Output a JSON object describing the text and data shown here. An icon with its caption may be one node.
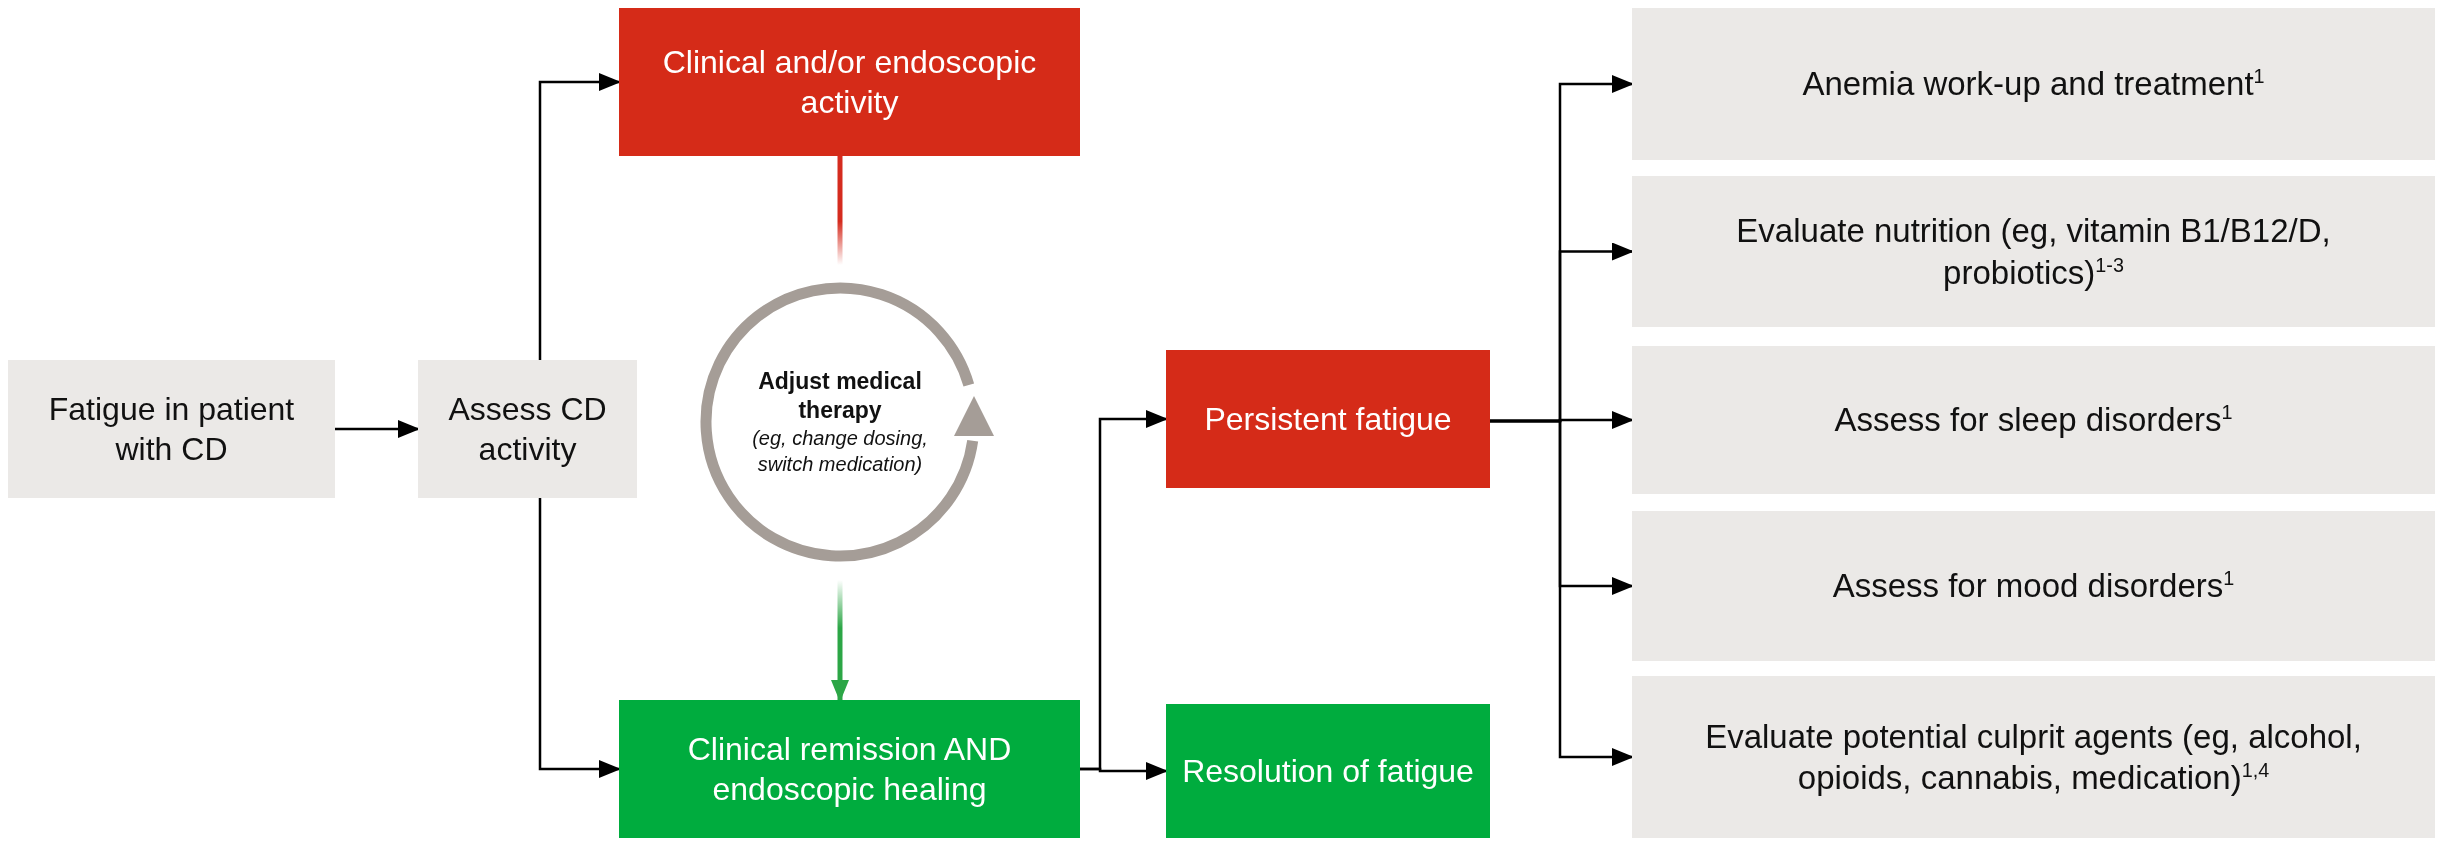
{
  "diagram": {
    "nodes": [
      {
        "text": [
          "Fatigue in patient with CD"
        ]
      },
      {
        "text": [
          "Assess CD activity"
        ]
      },
      {
        "text": [
          "Clinical and/or endoscopic activity"
        ]
      },
      {
        "text": [
          "Adjust medical therapy",
          "(eg, change dosing, switch medication)"
        ]
      },
      {
        "text": [
          "Clinical remission AND endoscopic healing"
        ]
      },
      {
        "text": [
          "Persistent fatigue"
        ]
      },
      {
        "text": [
          "Resolution of fatigue"
        ]
      },
      {
        "text": [
          "Anemia work-up and treatment$^{1}$"
        ]
      },
      {
        "text": [
          "Evaluate nutrition (eg, vitamin B1/B12/D, probiotics)$^{1-3}$"
        ]
      },
      {
        "text": [
          "Assess for sleep disorders$^{1}$"
        ]
      },
      {
        "text": [
          "Assess for mood disorders$^{1}$"
        ]
      },
      {
        "text": [
          "Evaluate potential culprit agents (eg, alcohol, opioids, cannabis, medication)$^{1,4}$"
        ]
      }
    ],
    "edges": [
      {
        "from": 0,
        "to": 1,
        "arrow": "to"
      },
      {
        "from": 1,
        "to": 2,
        "arrow": "to"
      },
      {
        "from": 1,
        "to": 4,
        "arrow": "to"
      },
      {
        "from": 2,
        "to": 3,
        "arrow": "none",
        "color": "#d52b1e"
      },
      {
        "from": 3,
        "to": 4,
        "arrow": "to",
        "color": "#2ca646"
      },
      {
        "from": 4,
        "to": 5,
        "arrow": "to"
      },
      {
        "from": 4,
        "to": 6,
        "arrow": "to"
      },
      {
        "from": 5,
        "to": 7,
        "arrow": "to"
      },
      {
        "from": 5,
        "to": 8,
        "arrow": "to"
      },
      {
        "from": 5,
        "to": 9,
        "arrow": "to"
      },
      {
        "from": 5,
        "to": 10,
        "arrow": "to"
      },
      {
        "from": 5,
        "to": 11,
        "arrow": "to"
      }
    ]
  }
}
